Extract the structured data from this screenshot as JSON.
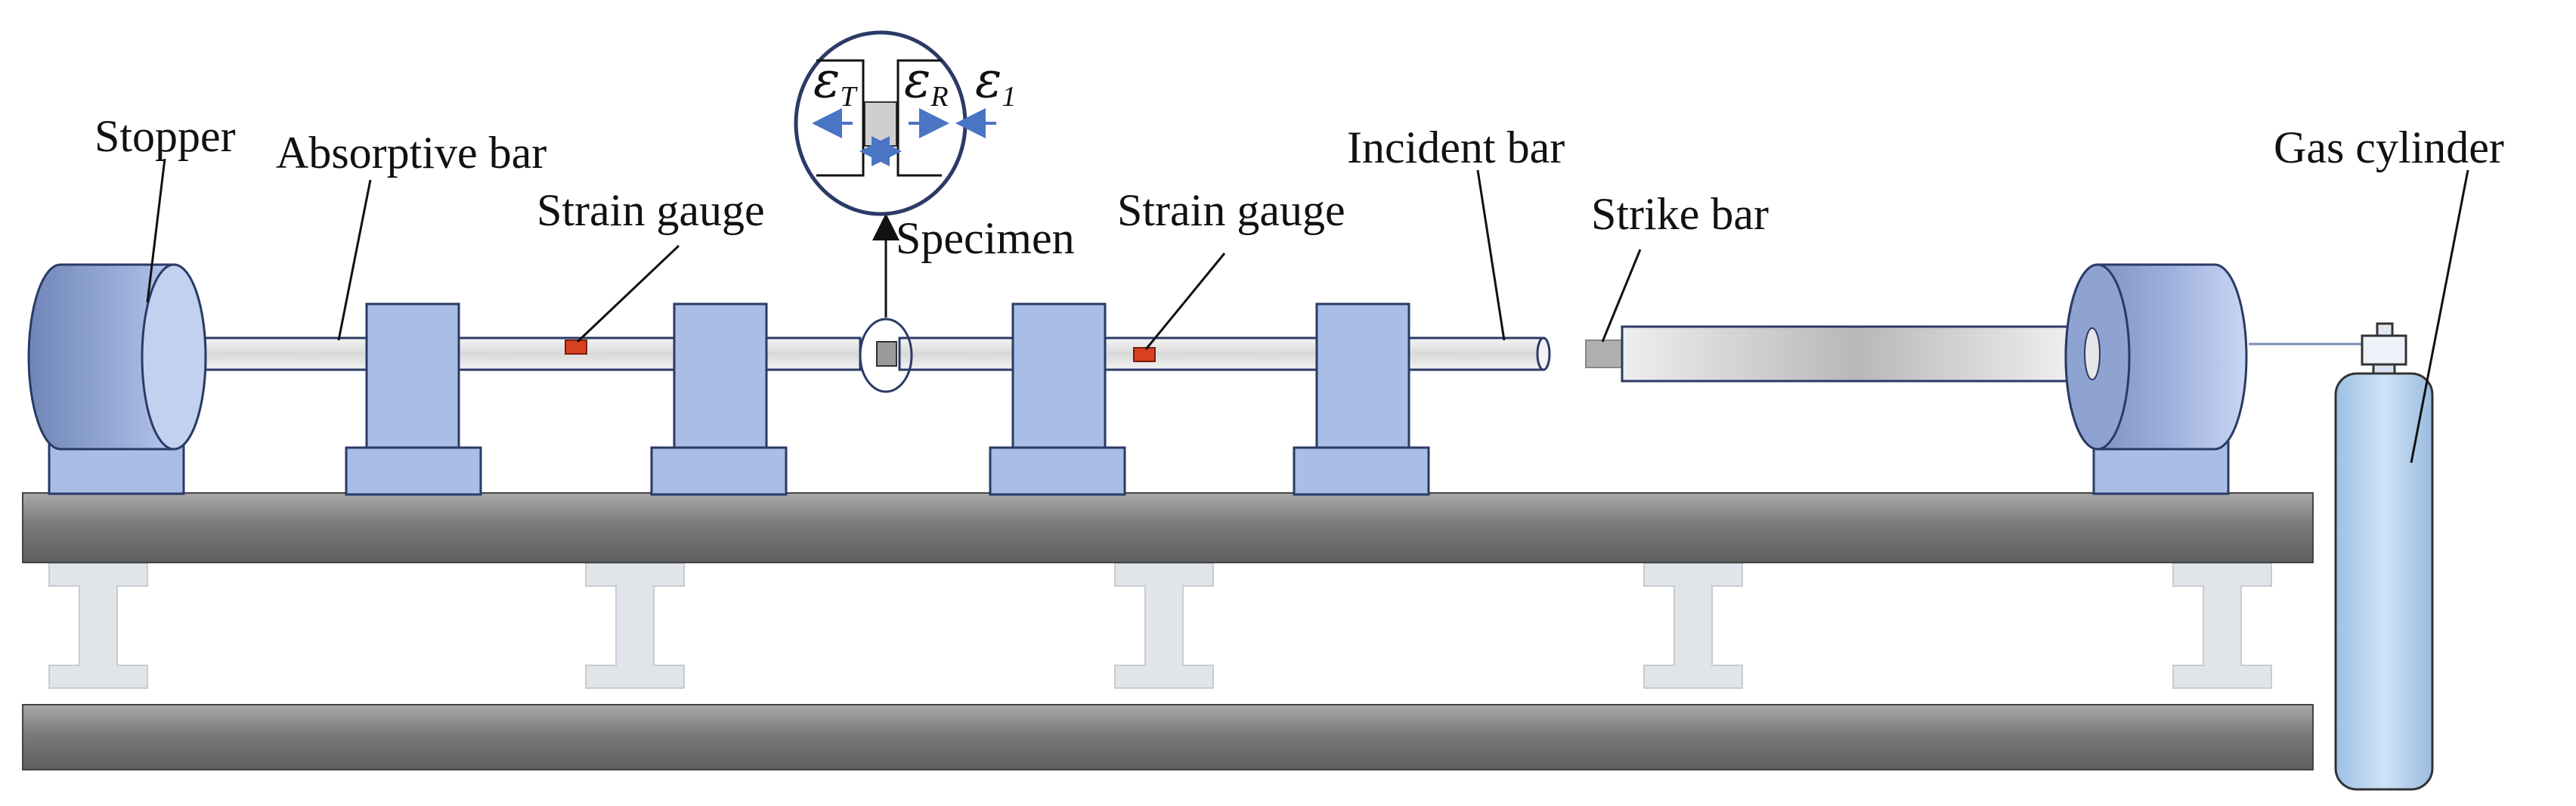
{
  "labels": {
    "stopper": "Stopper",
    "absorptive_bar": "Absorptive bar",
    "strain_gauge_left": "Strain gauge",
    "specimen": "Specimen",
    "strain_gauge_right": "Strain gauge",
    "incident_bar": "Incident bar",
    "strike_bar": "Strike bar",
    "gas_cylinder": "Gas cylinder"
  },
  "inset": {
    "transmitted": {
      "symbol": "ε",
      "subscript": "T"
    },
    "reflected": {
      "symbol": "ε",
      "subscript": "R"
    },
    "incident": {
      "symbol": "ε",
      "subscript": "1"
    }
  },
  "colors": {
    "block_fill": "#aabde4",
    "block_stroke": "#2b3a66",
    "bar_fill": "#e6e6e6",
    "rail_fill": "#7f7f7f",
    "gauge_fill": "#d94020",
    "arrow_color": "#4a74c4",
    "cylinder_fill": "#b6d4ef"
  }
}
